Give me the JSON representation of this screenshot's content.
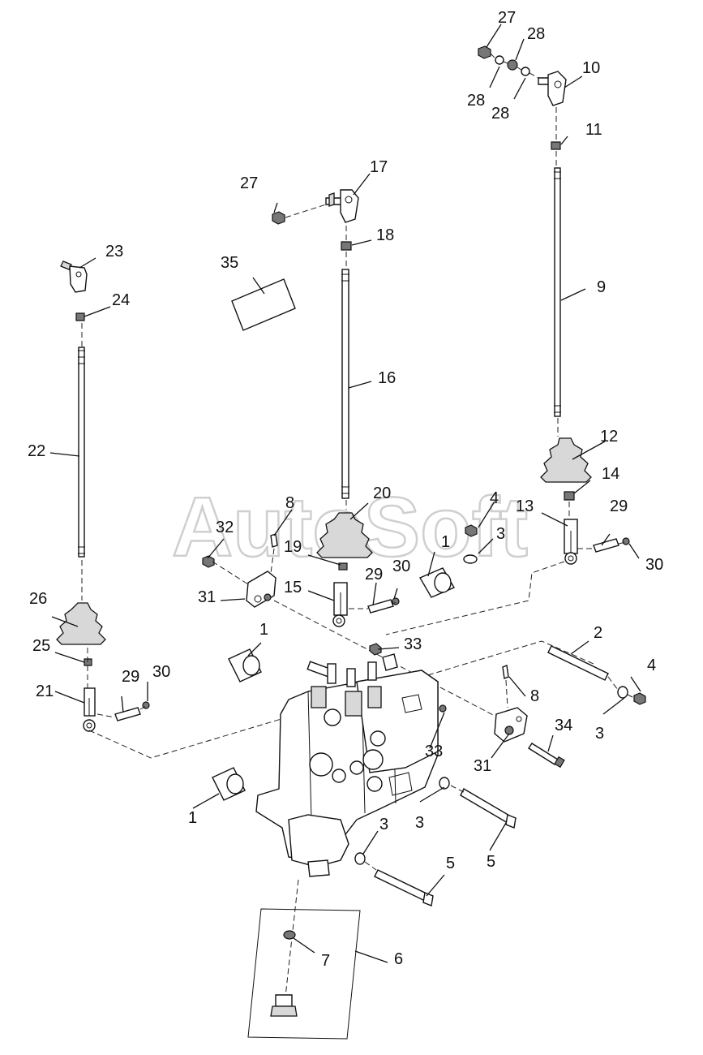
{
  "watermark": "AutoSoft",
  "callouts": {
    "c1a": "1",
    "c1b": "1",
    "c1c": "1",
    "c2": "2",
    "c3a": "3",
    "c3b": "3",
    "c3c": "3",
    "c3d": "3",
    "c4a": "4",
    "c4b": "4",
    "c5a": "5",
    "c5b": "5",
    "c6": "6",
    "c7": "7",
    "c8a": "8",
    "c8b": "8",
    "c9": "9",
    "c10": "10",
    "c11": "11",
    "c12": "12",
    "c13": "13",
    "c14": "14",
    "c15": "15",
    "c16": "16",
    "c17": "17",
    "c18": "18",
    "c19": "19",
    "c20": "20",
    "c21": "21",
    "c22": "22",
    "c23": "23",
    "c24": "24",
    "c25": "25",
    "c26": "26",
    "c27a": "27",
    "c27b": "27",
    "c28a": "28",
    "c28b": "28",
    "c28c": "28",
    "c29a": "29",
    "c29b": "29",
    "c29c": "29",
    "c30a": "30",
    "c30b": "30",
    "c30c": "30",
    "c31a": "31",
    "c31b": "31",
    "c32": "32",
    "c33a": "33",
    "c33b": "33",
    "c34": "34",
    "c35": "35"
  }
}
